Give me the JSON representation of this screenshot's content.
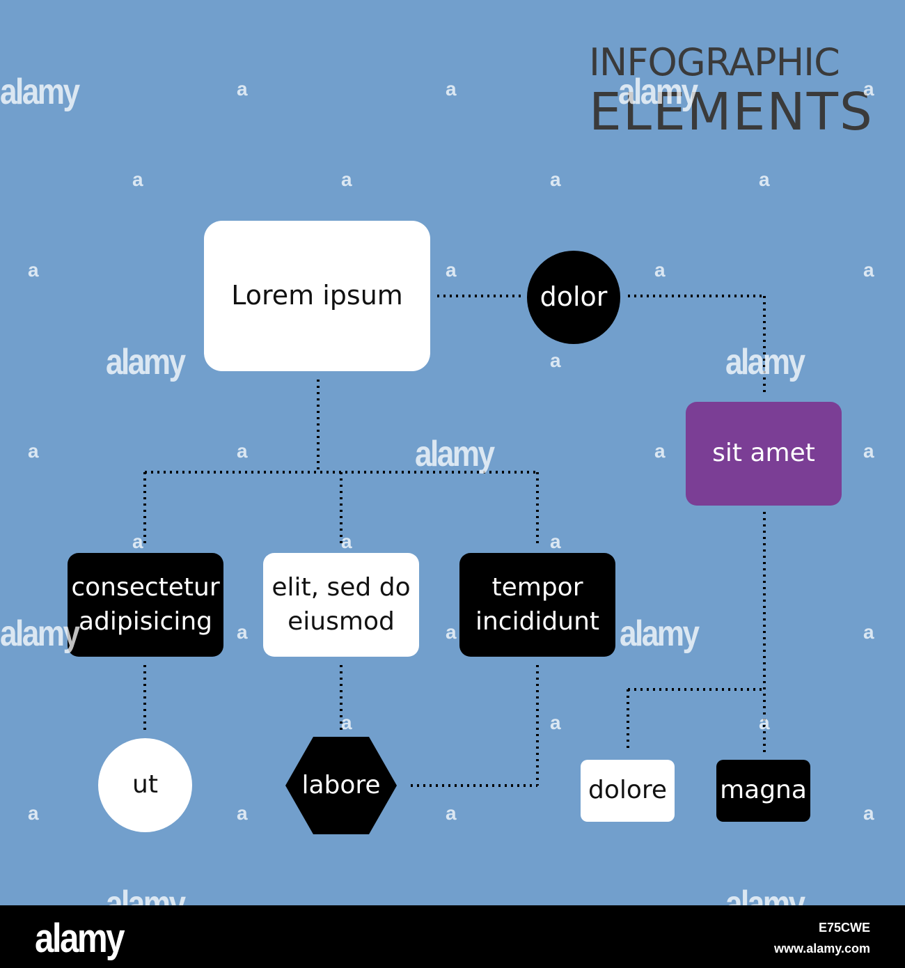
{
  "title": {
    "line1": "INFOGRAPHIC",
    "line2": "ELEMENTS"
  },
  "nodes": {
    "lorem": "Lorem ipsum",
    "dolor": "dolor",
    "sit_amet": "sit amet",
    "consectetur_l1": "consectetur",
    "consectetur_l2": "adipisicing",
    "elit_l1": "elit, sed do",
    "elit_l2": "eiusmod",
    "tempor_l1": "tempor",
    "tempor_l2": "incididunt",
    "ut": "ut",
    "labore": "labore",
    "dolore": "dolore",
    "magna": "magna"
  },
  "colors": {
    "background": "#729fcc",
    "white": "#ffffff",
    "black": "#000000",
    "purple": "#7b3e95",
    "title": "#3a3a3a"
  },
  "watermark": {
    "text": "alamy",
    "letter": "a"
  },
  "footer": {
    "logo": "alamy",
    "image_id": "E75CWE",
    "url": "www.alamy.com"
  }
}
